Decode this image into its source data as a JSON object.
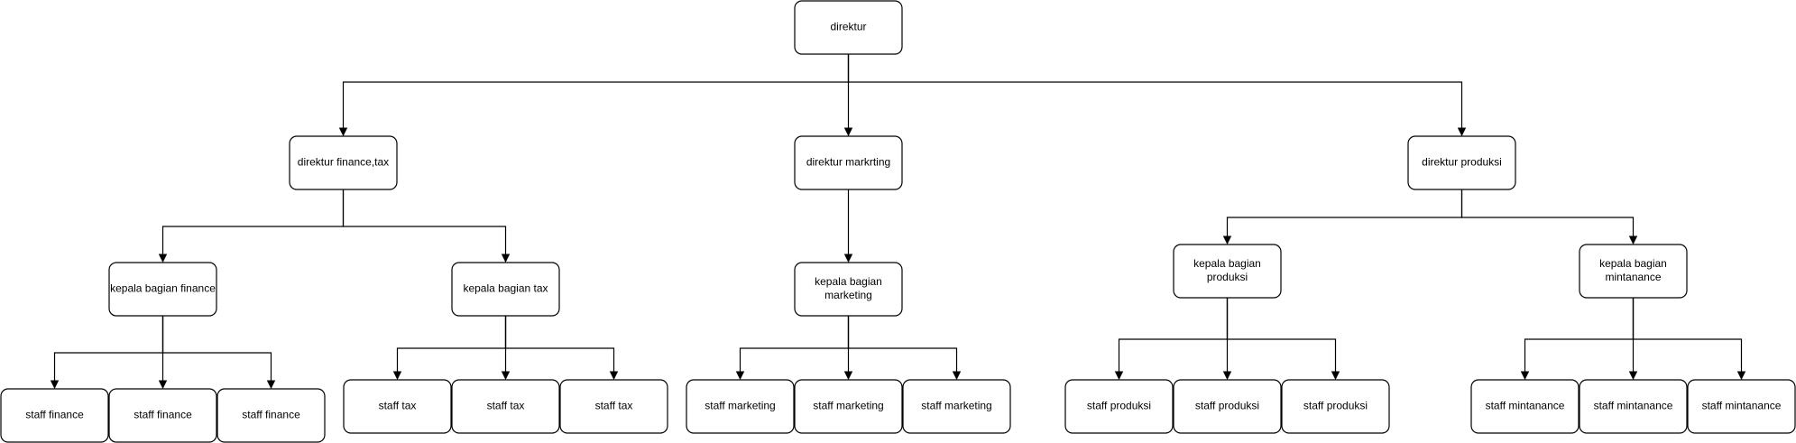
{
  "diagram": {
    "stroke_color": "#000000",
    "fill_color": "#ffffff",
    "nodes": [
      {
        "id": "direktur",
        "lines": [
          "direktur"
        ]
      },
      {
        "id": "dir-finance-tax",
        "lines": [
          "direktur finance,tax"
        ]
      },
      {
        "id": "dir-marketing",
        "lines": [
          "direktur markrting"
        ]
      },
      {
        "id": "dir-produksi",
        "lines": [
          "direktur produksi"
        ]
      },
      {
        "id": "kb-finance",
        "lines": [
          "kepala bagian finance"
        ]
      },
      {
        "id": "kb-tax",
        "lines": [
          "kepala bagian tax"
        ]
      },
      {
        "id": "kb-marketing",
        "lines": [
          "kepala bagian",
          "marketing"
        ]
      },
      {
        "id": "kb-produksi",
        "lines": [
          "kepala bagian",
          "produksi"
        ]
      },
      {
        "id": "kb-mintanance",
        "lines": [
          "kepala bagian",
          "mintanance"
        ]
      },
      {
        "id": "staff-finance-1",
        "lines": [
          "staff finance"
        ]
      },
      {
        "id": "staff-finance-2",
        "lines": [
          "staff finance"
        ]
      },
      {
        "id": "staff-finance-3",
        "lines": [
          "staff finance"
        ]
      },
      {
        "id": "staff-tax-1",
        "lines": [
          "staff tax"
        ]
      },
      {
        "id": "staff-tax-2",
        "lines": [
          "staff tax"
        ]
      },
      {
        "id": "staff-tax-3",
        "lines": [
          "staff tax"
        ]
      },
      {
        "id": "staff-marketing-1",
        "lines": [
          "staff marketing"
        ]
      },
      {
        "id": "staff-marketing-2",
        "lines": [
          "staff marketing"
        ]
      },
      {
        "id": "staff-marketing-3",
        "lines": [
          "staff marketing"
        ]
      },
      {
        "id": "staff-produksi-1",
        "lines": [
          "staff produksi"
        ]
      },
      {
        "id": "staff-produksi-2",
        "lines": [
          "staff produksi"
        ]
      },
      {
        "id": "staff-produksi-3",
        "lines": [
          "staff produksi"
        ]
      },
      {
        "id": "staff-mintanance-1",
        "lines": [
          "staff mintanance"
        ]
      },
      {
        "id": "staff-mintanance-2",
        "lines": [
          "staff mintanance"
        ]
      },
      {
        "id": "staff-mintanance-3",
        "lines": [
          "staff mintanance"
        ]
      }
    ],
    "edges": [
      {
        "from": "direktur",
        "to": "dir-finance-tax"
      },
      {
        "from": "direktur",
        "to": "dir-marketing"
      },
      {
        "from": "direktur",
        "to": "dir-produksi"
      },
      {
        "from": "dir-finance-tax",
        "to": "kb-finance"
      },
      {
        "from": "dir-finance-tax",
        "to": "kb-tax"
      },
      {
        "from": "dir-marketing",
        "to": "kb-marketing"
      },
      {
        "from": "dir-produksi",
        "to": "kb-produksi"
      },
      {
        "from": "dir-produksi",
        "to": "kb-mintanance"
      },
      {
        "from": "kb-finance",
        "to": "staff-finance-1"
      },
      {
        "from": "kb-finance",
        "to": "staff-finance-2"
      },
      {
        "from": "kb-finance",
        "to": "staff-finance-3"
      },
      {
        "from": "kb-tax",
        "to": "staff-tax-1"
      },
      {
        "from": "kb-tax",
        "to": "staff-tax-2"
      },
      {
        "from": "kb-tax",
        "to": "staff-tax-3"
      },
      {
        "from": "kb-marketing",
        "to": "staff-marketing-1"
      },
      {
        "from": "kb-marketing",
        "to": "staff-marketing-2"
      },
      {
        "from": "kb-marketing",
        "to": "staff-marketing-3"
      },
      {
        "from": "kb-produksi",
        "to": "staff-produksi-1"
      },
      {
        "from": "kb-produksi",
        "to": "staff-produksi-2"
      },
      {
        "from": "kb-produksi",
        "to": "staff-produksi-3"
      },
      {
        "from": "kb-mintanance",
        "to": "staff-mintanance-1"
      },
      {
        "from": "kb-mintanance",
        "to": "staff-mintanance-2"
      },
      {
        "from": "kb-mintanance",
        "to": "staff-mintanance-3"
      }
    ]
  }
}
